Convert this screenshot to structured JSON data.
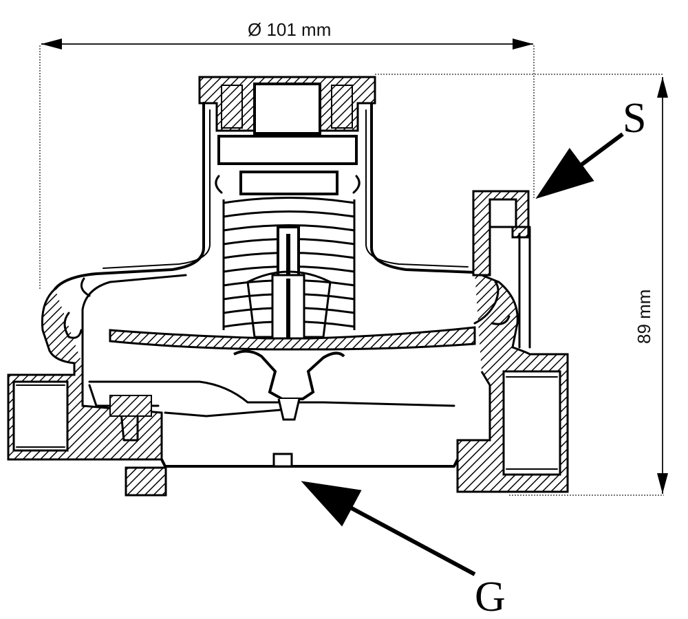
{
  "dimensions": {
    "width_label": "Ø 101 mm",
    "height_label": "89 mm"
  },
  "callouts": {
    "s_label": "S",
    "g_label": "G"
  },
  "colors": {
    "ink": "#000000",
    "hatch": "#000000",
    "background": "#ffffff"
  }
}
